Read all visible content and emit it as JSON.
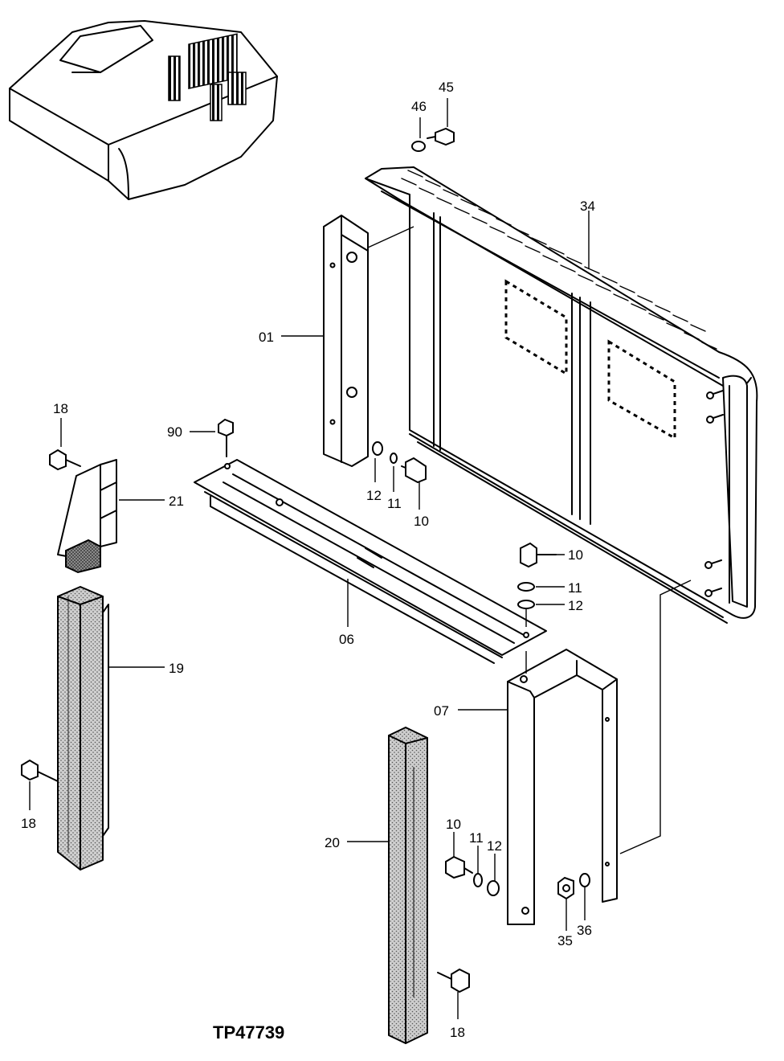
{
  "figure_id": "TP47739",
  "callouts": {
    "c01": "01",
    "c06": "06",
    "c07": "07",
    "c10a": "10",
    "c10b": "10",
    "c10c": "10",
    "c11a": "11",
    "c11b": "11",
    "c11c": "11",
    "c12a": "12",
    "c12b": "12",
    "c12c": "12",
    "c18a": "18",
    "c18b": "18",
    "c18c": "18",
    "c19": "19",
    "c20": "20",
    "c21": "21",
    "c34": "34",
    "c35": "35",
    "c36": "36",
    "c45": "45",
    "c46": "46",
    "c90": "90"
  },
  "colors": {
    "ink": "#000000",
    "paper": "#ffffff"
  }
}
